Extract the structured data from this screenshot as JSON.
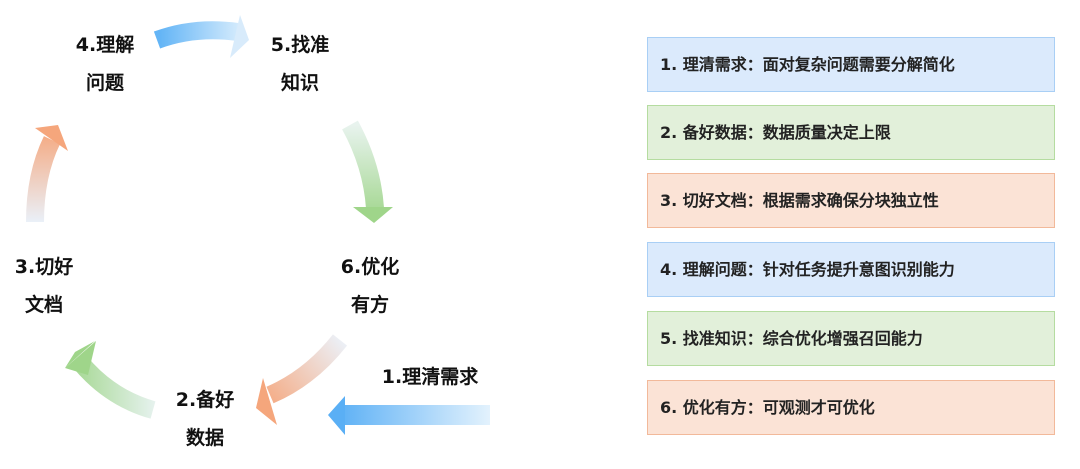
{
  "cycle": {
    "step1": "1.理清需求",
    "step2": [
      "2.备好",
      "数据"
    ],
    "step3": [
      "3.切好",
      "文档"
    ],
    "step4": [
      "4.理解",
      "问题"
    ],
    "step5": [
      "5.找准",
      "知识"
    ],
    "step6": [
      "6.优化",
      "有方"
    ]
  },
  "legend": [
    {
      "text": "1. 理清需求：面对复杂问题需要分解简化",
      "color": "#dbeafc"
    },
    {
      "text": "2. 备好数据：数据质量决定上限",
      "color": "#e2f0da"
    },
    {
      "text": "3. 切好文档：根据需求确保分块独立性",
      "color": "#fbe3d6"
    },
    {
      "text": "4. 理解问题：针对任务提升意图识别能力",
      "color": "#dbeafc"
    },
    {
      "text": "5. 找准知识：综合优化增强召回能力",
      "color": "#e2f0da"
    },
    {
      "text": "6. 优化有方：可观测才可优化",
      "color": "#fbe3d6"
    }
  ]
}
